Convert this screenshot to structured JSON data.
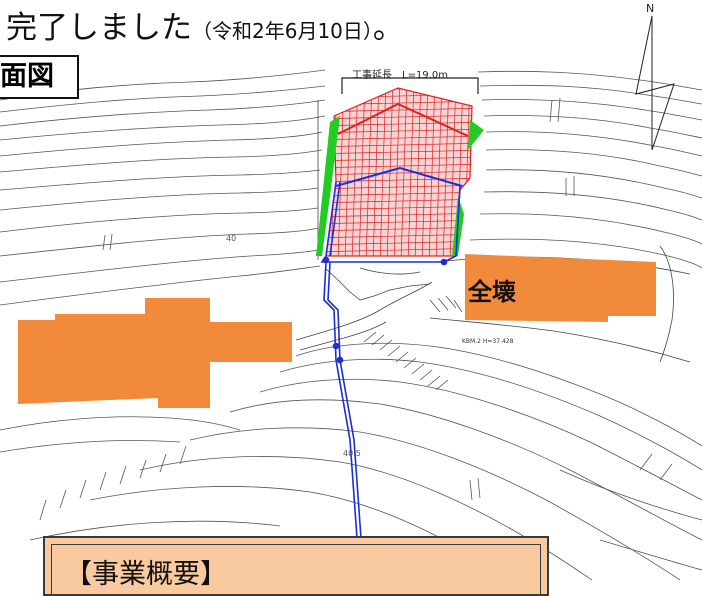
{
  "header": {
    "title_main": "完了しました",
    "title_date": "（令和2年6月10日）",
    "title_end": "。"
  },
  "section_label": "面図",
  "map": {
    "north_label": "N",
    "extension_label": "工事延長　L=19.0m",
    "zenkai_label": "全壊",
    "benchmark_label": "KBM.2 H=37.428",
    "contour_40": "40",
    "contour_405": "40.5"
  },
  "summary": {
    "title": "【事業概要】"
  },
  "colors": {
    "house": "#f28a3c",
    "grid": "#e02020",
    "pipe": "#1a2fd6",
    "green": "#22cc22",
    "summary_bg": "#f9c9a0",
    "contour": "#555555"
  }
}
